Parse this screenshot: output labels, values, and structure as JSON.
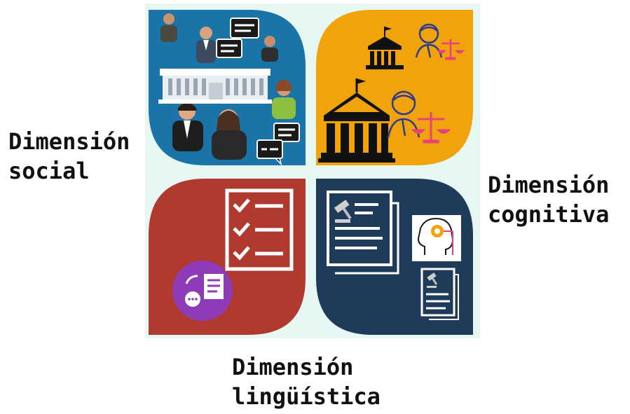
{
  "labels": {
    "social": {
      "line1": "Dimensión",
      "line2": "social"
    },
    "cognitiva": {
      "line1": "Dimensión",
      "line2": "cognitiva"
    },
    "linguistica": {
      "line1": "Dimensión",
      "line2": "lingüística"
    }
  },
  "colors": {
    "backdrop": "#e6f7f4",
    "social_petal": "#1b74a8",
    "cognitive_top_petal": "#f0a30a",
    "linguistic_petal": "#b03a2e",
    "cognitive_bottom_petal": "#1f3b5a",
    "accent_pink": "#e8417c",
    "accent_purple": "#8e3bb8",
    "text": "#111111"
  },
  "icons": {
    "social_quadrant": [
      "business-people-icon",
      "speech-bubble-icon",
      "government-building-icon"
    ],
    "top_right_quadrant": [
      "courthouse-icon",
      "judge-icon",
      "scales-of-justice-icon"
    ],
    "bottom_left_quadrant": [
      "checklist-icon",
      "document-chat-icon"
    ],
    "bottom_right_quadrant": [
      "legal-document-icon",
      "gavel-icon",
      "head-gear-icon"
    ]
  }
}
